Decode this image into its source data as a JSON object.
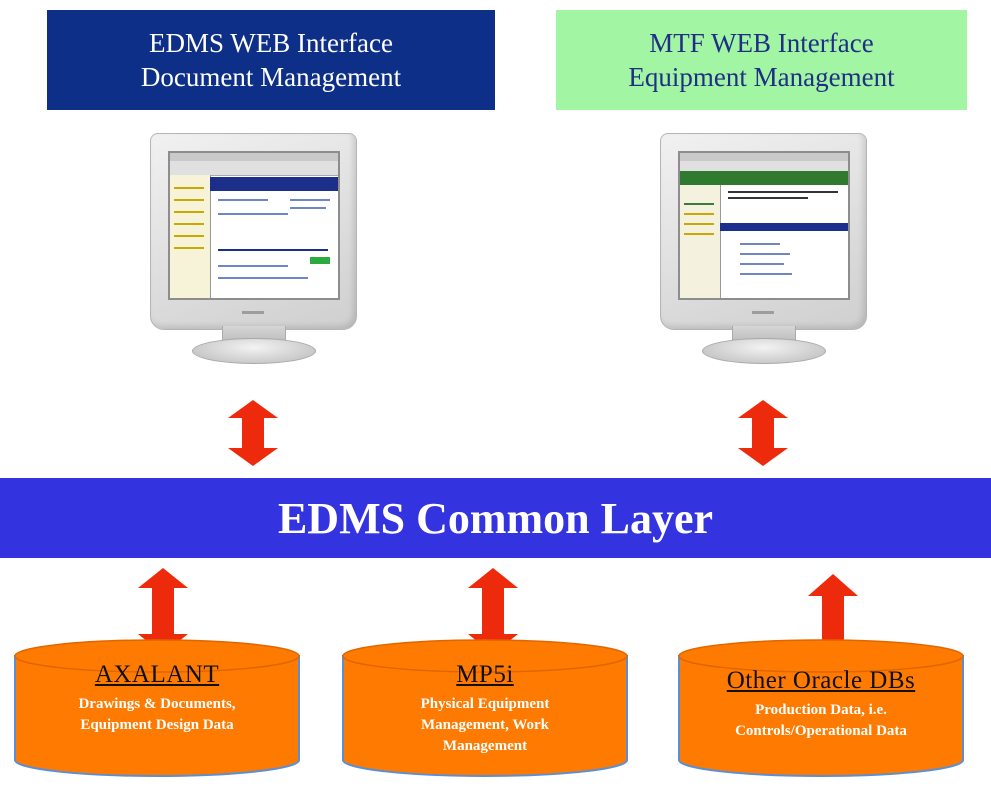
{
  "colors": {
    "edms_header_bg": "#0d2f88",
    "mtf_header_bg": "#a2f5a2",
    "common_layer_bg": "#3333e0",
    "arrow_red": "#ee2a0c",
    "db_orange": "#ff7a00"
  },
  "headers": {
    "edms": {
      "line1": "EDMS WEB Interface",
      "line2": "Document Management"
    },
    "mtf": {
      "line1": "MTF WEB Interface",
      "line2": "Equipment Management"
    }
  },
  "common_layer": {
    "label": "EDMS Common Layer"
  },
  "databases": [
    {
      "title": "AXALANT",
      "desc1": "Drawings & Documents,",
      "desc2": "Equipment Design Data",
      "desc3": ""
    },
    {
      "title": "MP5i",
      "desc1": "Physical Equipment",
      "desc2": "Management, Work",
      "desc3": "Management"
    },
    {
      "title": "Other Oracle DBs",
      "desc1": "Production Data,  i.e.",
      "desc2": "Controls/Operational Data",
      "desc3": ""
    }
  ],
  "icons": {
    "monitor": "monitor-icon",
    "arrow_double": "double-arrow-icon",
    "arrow_up": "up-arrow-icon",
    "database": "database-cylinder-icon"
  }
}
